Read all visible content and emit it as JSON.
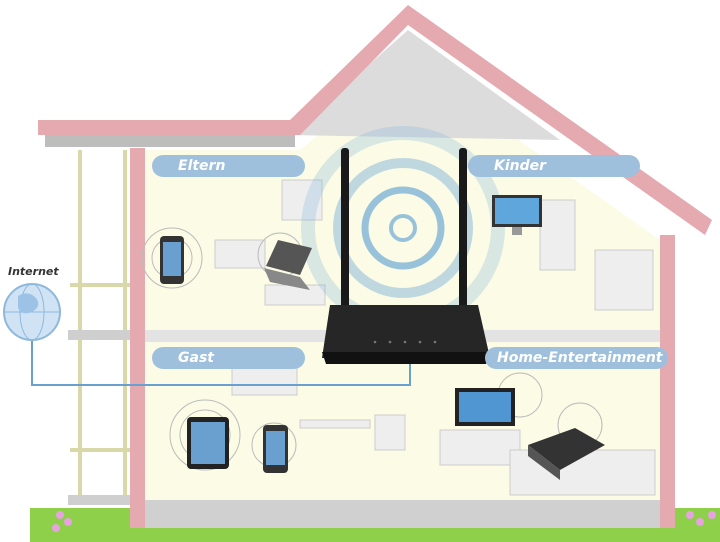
{
  "labels": {
    "internet": "Internet",
    "parents_room": "Eltern",
    "kids_room": "Kinder",
    "guest_room": "Gast",
    "home_entertainment": "Home-Entertainment"
  },
  "colors": {
    "roof_wall": "#e5a9b0",
    "label_pill": "#9fc0dc",
    "wifi_rings": "#7fb4d8",
    "router": "#1a1a1a",
    "interior": "#fbfbe6",
    "grass": "#8fd04a"
  },
  "icons": [
    "globe-icon",
    "router-icon",
    "smartphone-icon",
    "laptop-icon",
    "monitor-icon",
    "tablet-icon",
    "tv-icon",
    "game-console-icon"
  ]
}
